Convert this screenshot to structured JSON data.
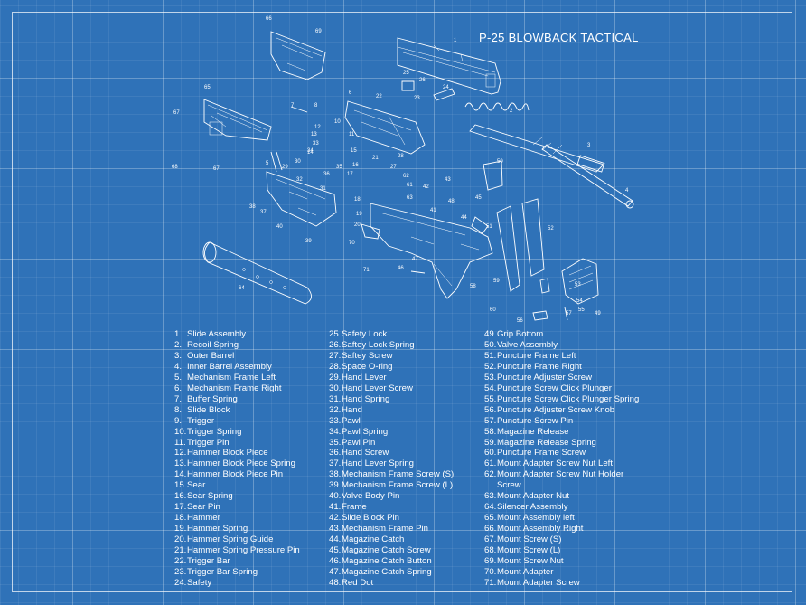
{
  "title": "P-25 BLOWBACK TACTICAL",
  "legend_columns": [
    [
      {
        "num": "1.",
        "text": "Slide Assembly"
      },
      {
        "num": "2.",
        "text": "Recoil Spring"
      },
      {
        "num": "3.",
        "text": "Outer Barrel"
      },
      {
        "num": "4.",
        "text": "Inner Barrel Assembly"
      },
      {
        "num": "5.",
        "text": "Mechanism Frame Left"
      },
      {
        "num": "6.",
        "text": "Mechanism Frame Right"
      },
      {
        "num": "7.",
        "text": "Buffer Spring"
      },
      {
        "num": "8.",
        "text": "Slide Block"
      },
      {
        "num": "9.",
        "text": "Trigger"
      },
      {
        "num": "10.",
        "text": "Trigger Spring"
      },
      {
        "num": "11.",
        "text": "Trigger Pin"
      },
      {
        "num": "12.",
        "text": "Hammer Block Piece"
      },
      {
        "num": "13.",
        "text": "Hammer Block Piece Spring"
      },
      {
        "num": "14.",
        "text": "Hammer Block Piece Pin"
      },
      {
        "num": "15.",
        "text": "Sear"
      },
      {
        "num": "16.",
        "text": "Sear Spring"
      },
      {
        "num": "17.",
        "text": "Sear Pin"
      },
      {
        "num": "18.",
        "text": "Hammer"
      },
      {
        "num": "19.",
        "text": "Hammer Spring"
      },
      {
        "num": "20.",
        "text": "Hammer Spring Guide"
      },
      {
        "num": "21.",
        "text": "Hammer Spring Pressure Pin"
      },
      {
        "num": "22.",
        "text": "Trigger Bar"
      },
      {
        "num": "23.",
        "text": "Trigger Bar Spring"
      },
      {
        "num": "24.",
        "text": "Safety"
      }
    ],
    [
      {
        "num": "25.",
        "text": "Safety Lock"
      },
      {
        "num": "26.",
        "text": "Saftey Lock Spring"
      },
      {
        "num": "27.",
        "text": "Saftey Screw"
      },
      {
        "num": "28.",
        "text": "Space O-ring"
      },
      {
        "num": "29.",
        "text": "Hand Lever"
      },
      {
        "num": "30.",
        "text": "Hand Lever Screw"
      },
      {
        "num": "31.",
        "text": "Hand Spring"
      },
      {
        "num": "32.",
        "text": "Hand"
      },
      {
        "num": "33.",
        "text": "Pawl"
      },
      {
        "num": "34.",
        "text": "Pawl Spring"
      },
      {
        "num": "35.",
        "text": "Pawl Pin"
      },
      {
        "num": "36.",
        "text": "Hand Screw"
      },
      {
        "num": "37.",
        "text": "Hand Lever Spring"
      },
      {
        "num": "38.",
        "text": "Mechanism Frame Screw (S)"
      },
      {
        "num": "39.",
        "text": "Mechanism Frame Screw (L)"
      },
      {
        "num": "40.",
        "text": "Valve Body Pin"
      },
      {
        "num": "41.",
        "text": "Frame"
      },
      {
        "num": "42.",
        "text": "Slide Block Pin"
      },
      {
        "num": "43.",
        "text": "Mechanism Frame Pin"
      },
      {
        "num": "44.",
        "text": "Magazine Catch"
      },
      {
        "num": "45.",
        "text": "Magazine Catch Screw"
      },
      {
        "num": "46.",
        "text": "Magazine Catch Button"
      },
      {
        "num": "47.",
        "text": "Magazine Catch Spring"
      },
      {
        "num": "48.",
        "text": "Red Dot"
      }
    ],
    [
      {
        "num": "49.",
        "text": "Grip Bottom"
      },
      {
        "num": "50.",
        "text": "Valve Assembly"
      },
      {
        "num": "51.",
        "text": "Puncture Frame Left"
      },
      {
        "num": "52.",
        "text": "Puncture Frame Right"
      },
      {
        "num": "53.",
        "text": "Puncture Adjuster Screw"
      },
      {
        "num": "54.",
        "text": "Puncture Screw Click Plunger"
      },
      {
        "num": "55.",
        "text": "Puncture Screw Click Plunger Spring"
      },
      {
        "num": "56.",
        "text": "Puncture Adjuster Screw Knob"
      },
      {
        "num": "57.",
        "text": "Puncture Screw Pin"
      },
      {
        "num": "58.",
        "text": "Magazine Release"
      },
      {
        "num": "59.",
        "text": "Magazine Release Spring"
      },
      {
        "num": "60.",
        "text": "Puncture Frame Screw"
      },
      {
        "num": "61.",
        "text": "Mount Adapter Screw Nut Left"
      },
      {
        "num": "62.",
        "text": "Mount Adapter Screw Nut Holder"
      },
      {
        "num": "",
        "text": "Screw",
        "indent": true
      },
      {
        "num": "63.",
        "text": "Mount Adapter Nut"
      },
      {
        "num": "64.",
        "text": "Silencer Assembly"
      },
      {
        "num": "65.",
        "text": "Mount Assembly left"
      },
      {
        "num": "66.",
        "text": "Mount Assembly Right"
      },
      {
        "num": "67.",
        "text": "Mount Screw (S)"
      },
      {
        "num": "68.",
        "text": "Mount Screw (L)"
      },
      {
        "num": "69.",
        "text": "Mount Screw Nut"
      },
      {
        "num": "70.",
        "text": "Mount Adapter"
      },
      {
        "num": "71.",
        "text": "Mount Adapter Screw"
      }
    ]
  ],
  "callouts": [
    "1",
    "2",
    "3",
    "4",
    "5",
    "6",
    "7",
    "8",
    "9",
    "10",
    "11",
    "12",
    "13",
    "14",
    "15",
    "16",
    "17",
    "18",
    "19",
    "20",
    "21",
    "22",
    "23",
    "24",
    "25",
    "26",
    "27",
    "28",
    "29",
    "30",
    "31",
    "32",
    "33",
    "34",
    "35",
    "36",
    "37",
    "38",
    "39",
    "40",
    "41",
    "42",
    "43",
    "44",
    "45",
    "46",
    "47",
    "48",
    "49",
    "50",
    "51",
    "52",
    "53",
    "54",
    "55",
    "56",
    "57",
    "58",
    "59",
    "60",
    "61",
    "62",
    "63",
    "64",
    "65",
    "66",
    "67",
    "68",
    "69",
    "70",
    "71"
  ],
  "colors": {
    "background": "#2f72b8",
    "line": "#ffffff"
  }
}
